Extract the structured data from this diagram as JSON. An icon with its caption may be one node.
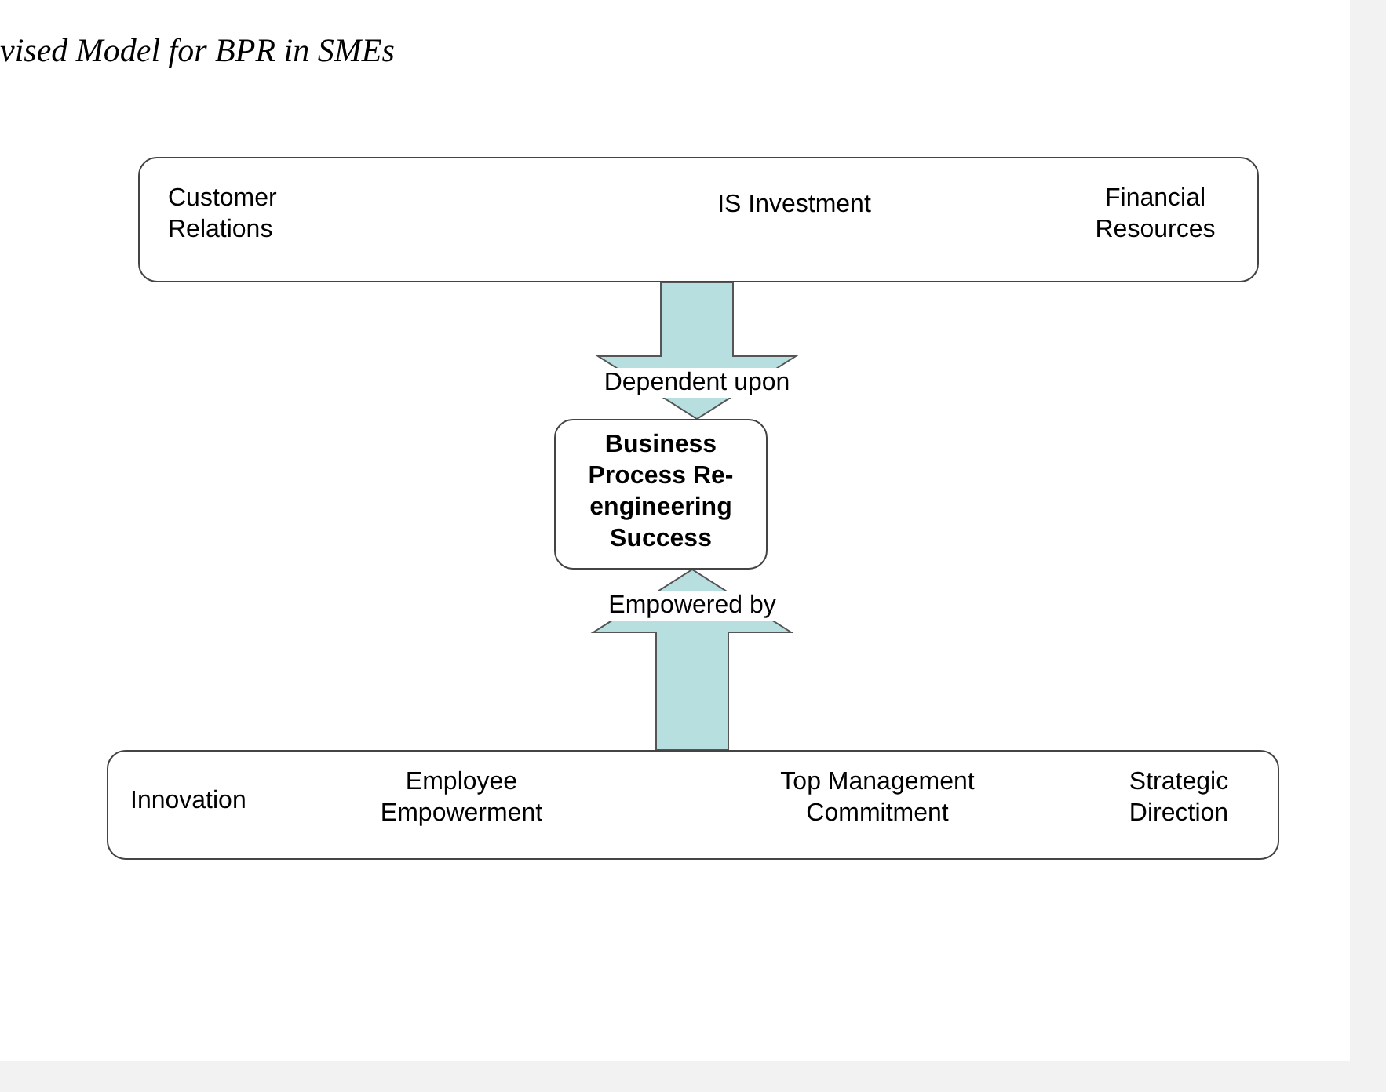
{
  "diagram": {
    "title": "vised Model for BPR in SMEs",
    "nodes": [
      {
        "text": [
          "Customer Relations",
          "IS Investment",
          "Financial Resources"
        ]
      },
      {
        "text": [
          "Business Process Re-engineering Success"
        ]
      },
      {
        "text": [
          "Innovation",
          "Employee Empowerment",
          "Top Management Commitment",
          "Strategic Direction"
        ]
      }
    ],
    "edges": [
      {
        "from": 0,
        "to": 1,
        "arrow": "to",
        "label": "Dependent upon"
      },
      {
        "from": 2,
        "to": 1,
        "arrow": "to",
        "label": "Empowered by"
      }
    ]
  }
}
